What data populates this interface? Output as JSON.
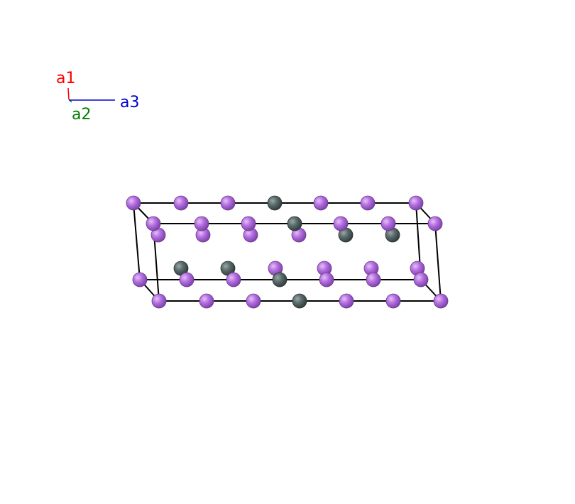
{
  "axes": {
    "a1": {
      "label": "a1",
      "color": "#ff0000"
    },
    "a2": {
      "label": "a2",
      "color": "#008000"
    },
    "a3": {
      "label": "a3",
      "color": "#0000cc"
    }
  },
  "atom_types": {
    "light": {
      "name": "purple-atom",
      "color": "#b46ee0",
      "rim": "#6a3a8c"
    },
    "dark": {
      "name": "gray-atom",
      "color": "#5a6a6a",
      "rim": "#2c3434"
    }
  },
  "colors": {
    "cell_edge": "#000000",
    "background": "#ffffff"
  }
}
